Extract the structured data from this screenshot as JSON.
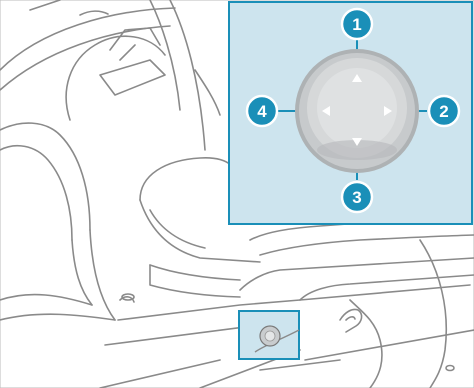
{
  "colors": {
    "accent": "#1a8fb8",
    "inset_bg": "#cde4ee",
    "inset_border": "#1a8fb8",
    "line_art": "#8a8a8a",
    "knob_outer": "#b9bdbf",
    "knob_inner": "#d8dadb",
    "arrow": "#ffffff"
  },
  "callouts": [
    {
      "number": "1",
      "direction": "up"
    },
    {
      "number": "2",
      "direction": "right"
    },
    {
      "number": "3",
      "direction": "down"
    },
    {
      "number": "4",
      "direction": "left"
    }
  ],
  "icons": {
    "control": "four-way-rotary-control-icon",
    "seat": "car-seat-illustration"
  }
}
